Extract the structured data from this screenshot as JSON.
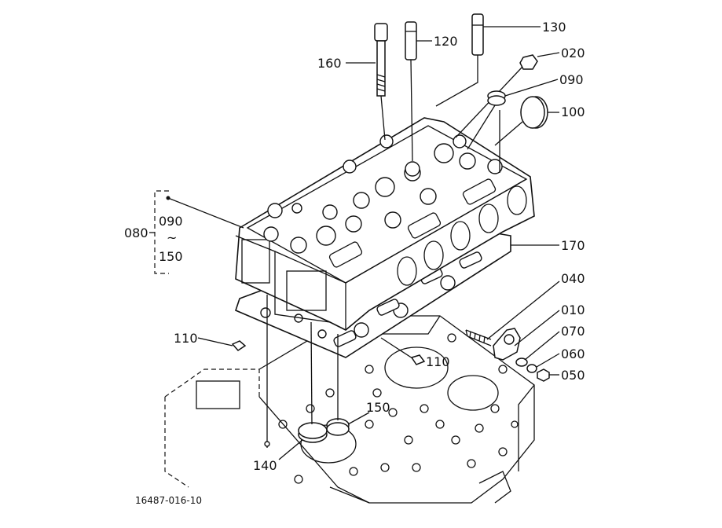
{
  "callouts": {
    "c130": "130",
    "c120": "120",
    "c160": "160",
    "c020": "020",
    "c090": "090",
    "c100": "100",
    "c170": "170",
    "c040": "040",
    "c010": "010",
    "c070": "070",
    "c060": "060",
    "c050": "050",
    "c110_left": "110",
    "c110_mid": "110",
    "c150": "150",
    "c140": "140"
  },
  "range_group": {
    "label": "080",
    "from": "090",
    "tilde": "~",
    "to": "150"
  },
  "figure_code": "16487-016-10"
}
